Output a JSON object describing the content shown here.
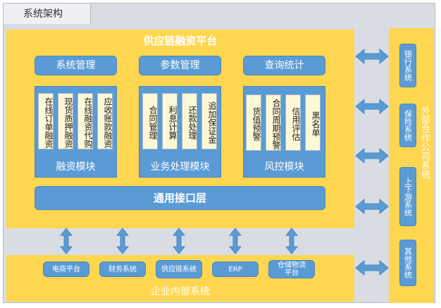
{
  "tab_label": "系统架构",
  "platform": {
    "title": "供应链融资平台",
    "top_buttons": [
      "系统管理",
      "参数管理",
      "查询统计"
    ],
    "modules": [
      {
        "label": "融资模块",
        "items": [
          "在线订单融资",
          "现货质押融资",
          "在线融资代购",
          "应收账款融资"
        ]
      },
      {
        "label": "业务处理模块",
        "items": [
          "合同管理",
          "利息计算",
          "还款处理",
          "追加保证金"
        ]
      },
      {
        "label": "风控模块",
        "items": [
          "货值预警",
          "合同周期预警",
          "信用评估",
          "黑名单"
        ]
      }
    ],
    "interface_layer": "通用接口层"
  },
  "external": {
    "title": "外部合作公司系统",
    "items": [
      "银行系统",
      "保险系统",
      "上下游系统",
      "其他系统"
    ]
  },
  "enterprise": {
    "title": "企业内部系统",
    "items": [
      "电商平台",
      "财务系统",
      "供应链系统",
      "ERP",
      "仓储物流平台"
    ]
  },
  "colors": {
    "yellow": "#ffd64f",
    "blue": "#5b9bd5",
    "gray": "#d9dde3",
    "card": "#fff8d6"
  }
}
